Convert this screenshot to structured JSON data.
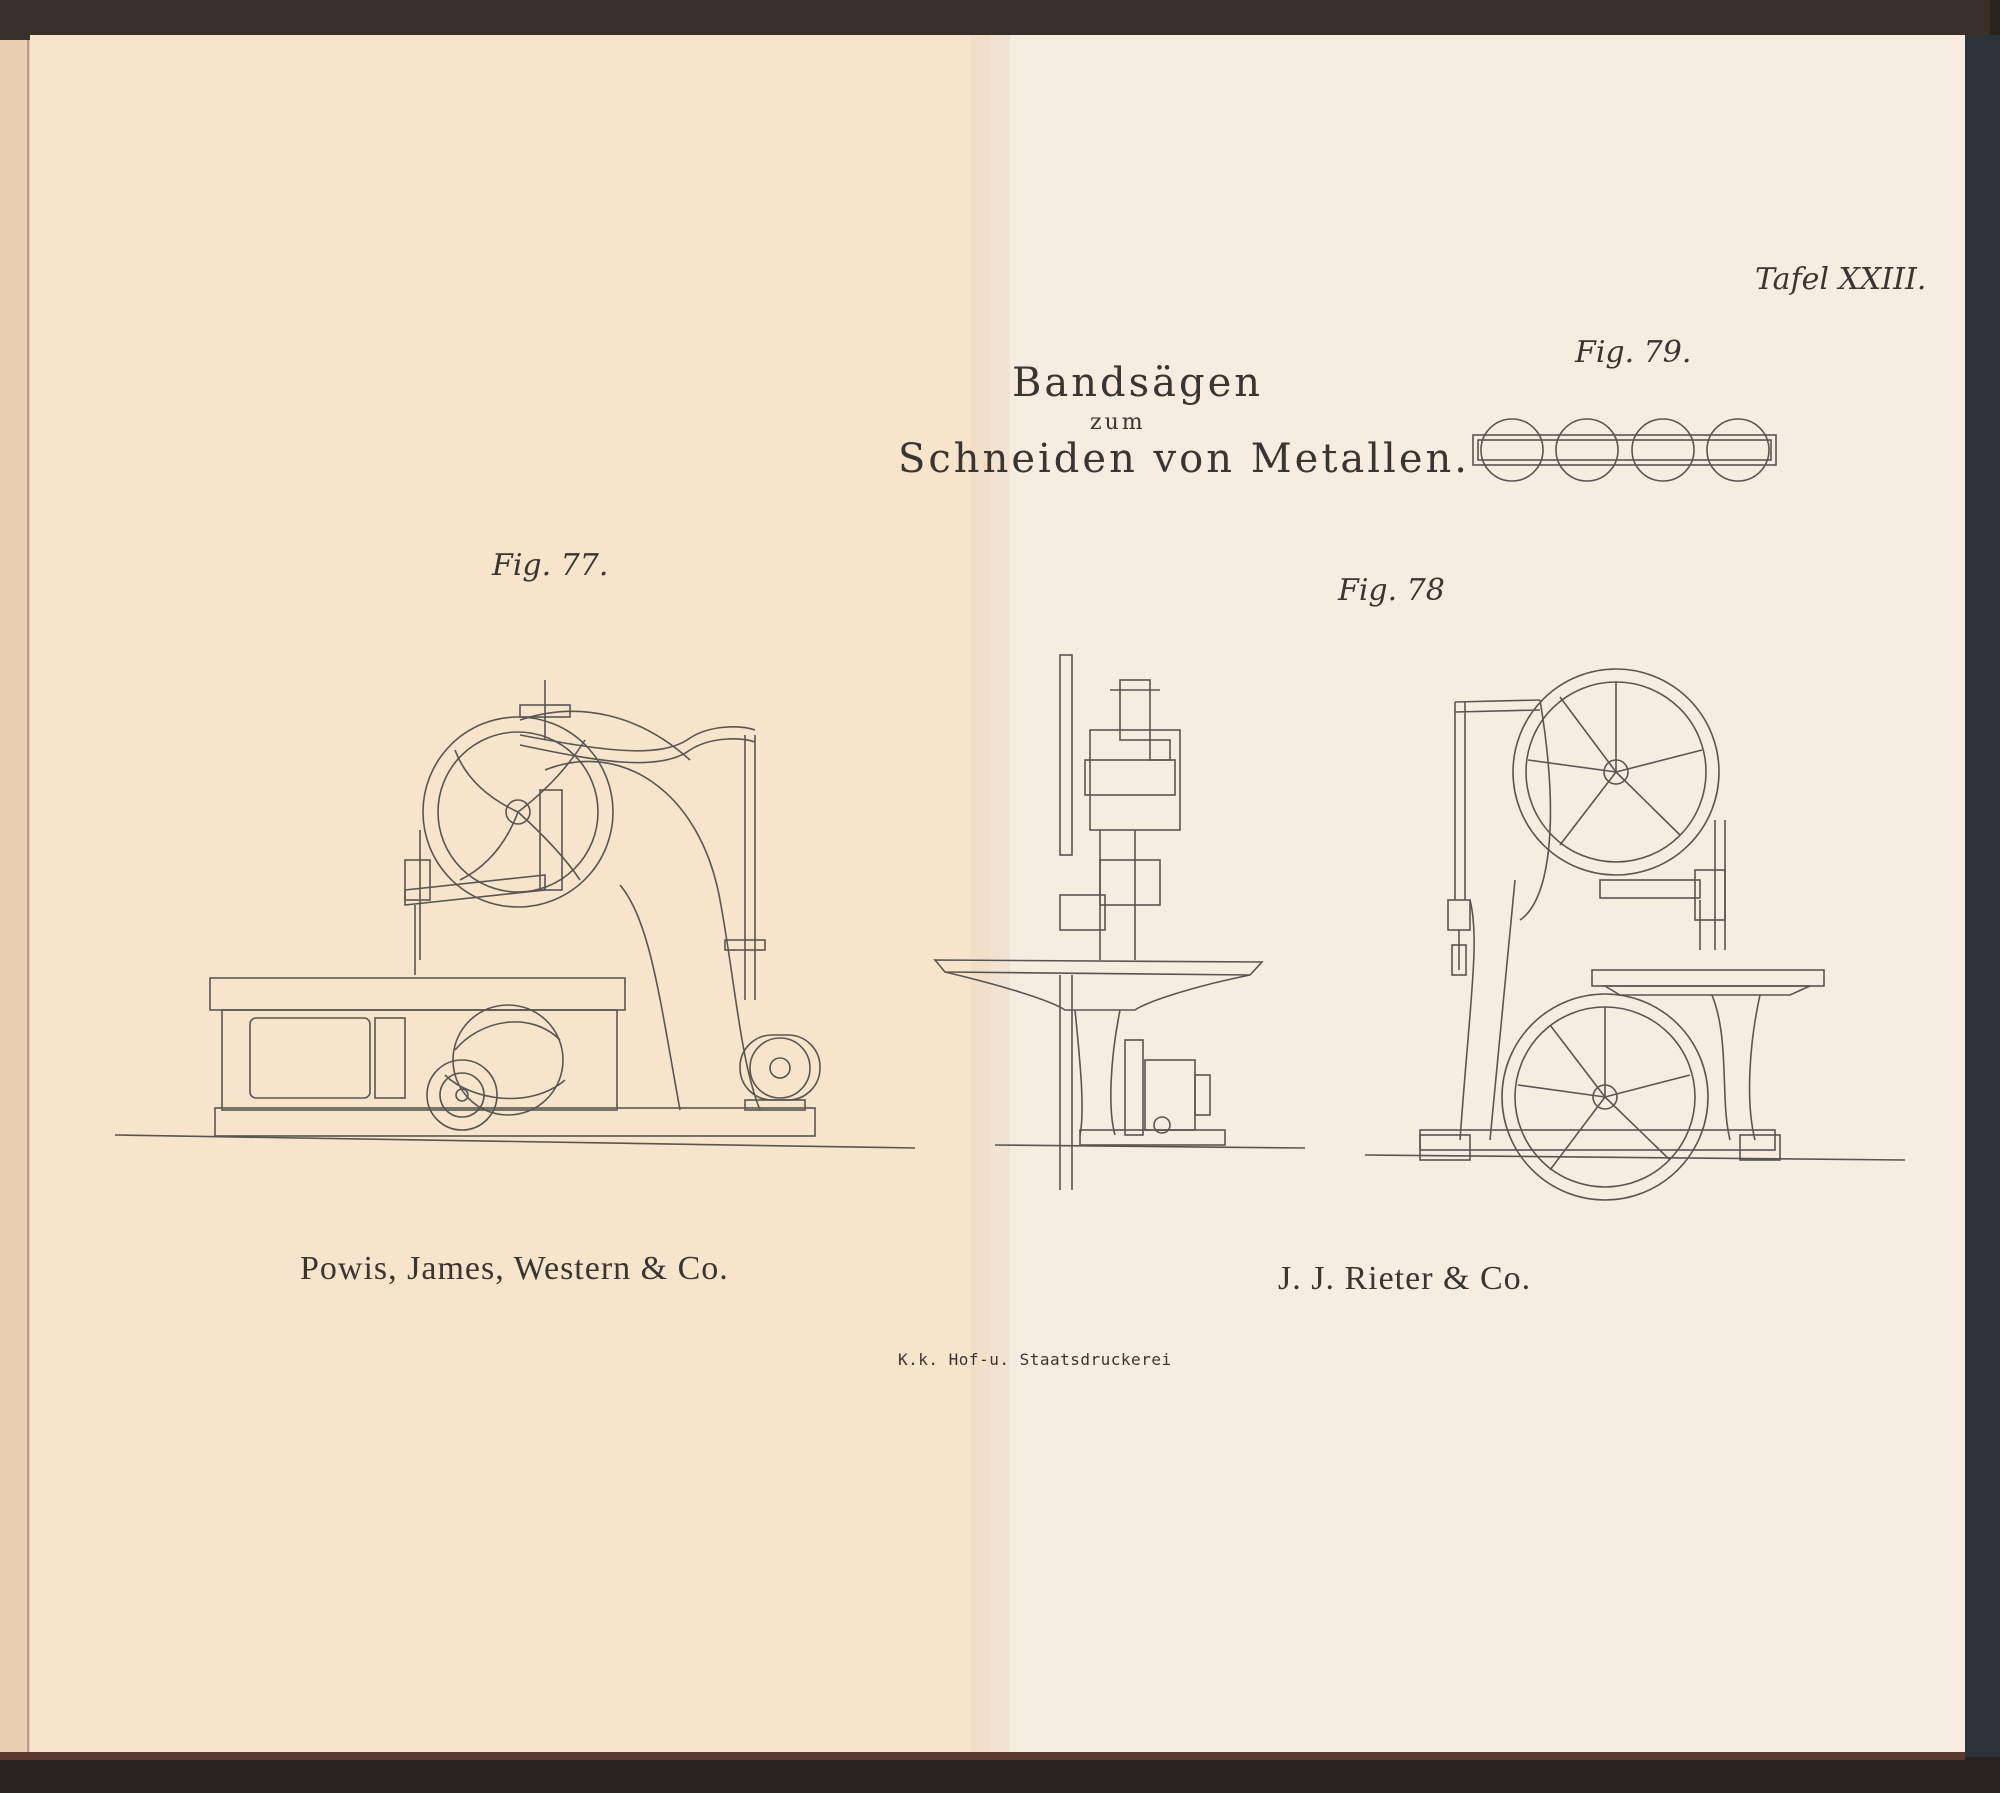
{
  "plate": {
    "number_label": "Tafel XXIII.",
    "title_line1": "Bandsägen",
    "title_line2": "zum",
    "title_line3": "Schneiden von Metallen.",
    "printer": "K.k. Hof-u. Staatsdruckerei"
  },
  "figures": {
    "fig77": {
      "label": "Fig. 77.",
      "maker": "Powis, James, Western & Co."
    },
    "fig78": {
      "label": "Fig. 78",
      "maker": "J. J. Rieter & Co."
    },
    "fig79": {
      "label": "Fig. 79."
    }
  },
  "colors": {
    "paper_left": "#f6e4cc",
    "paper_right": "#f7ece0",
    "ink": "#3b3530",
    "background": "#2a2420"
  }
}
